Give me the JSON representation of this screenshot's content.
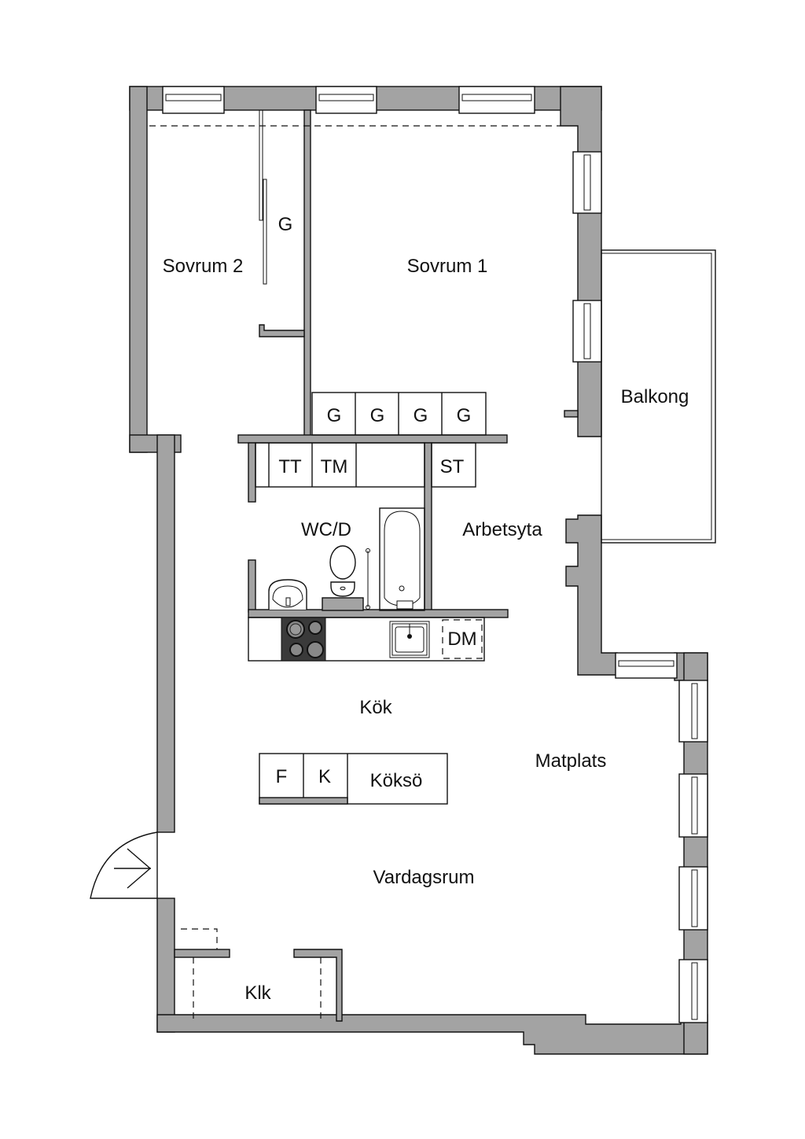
{
  "floorplan": {
    "rooms": {
      "sovrum1": "Sovrum 1",
      "sovrum2": "Sovrum 2",
      "balkong": "Balkong",
      "wcd": "WC/D",
      "arbetsyta": "Arbetsyta",
      "kok": "Kök",
      "matplats": "Matplats",
      "vardagsrum": "Vardagsrum",
      "klk": "Klk"
    },
    "fixtures": {
      "wardrobe": "G",
      "closets": [
        "G",
        "G",
        "G",
        "G"
      ],
      "tt": "TT",
      "tm": "TM",
      "st": "ST",
      "dm": "DM",
      "f": "F",
      "k": "K",
      "kokso": "Köksö"
    },
    "colors": {
      "wall": "#a3a3a3",
      "line": "#111111",
      "stove": "#3a3a3a"
    }
  }
}
